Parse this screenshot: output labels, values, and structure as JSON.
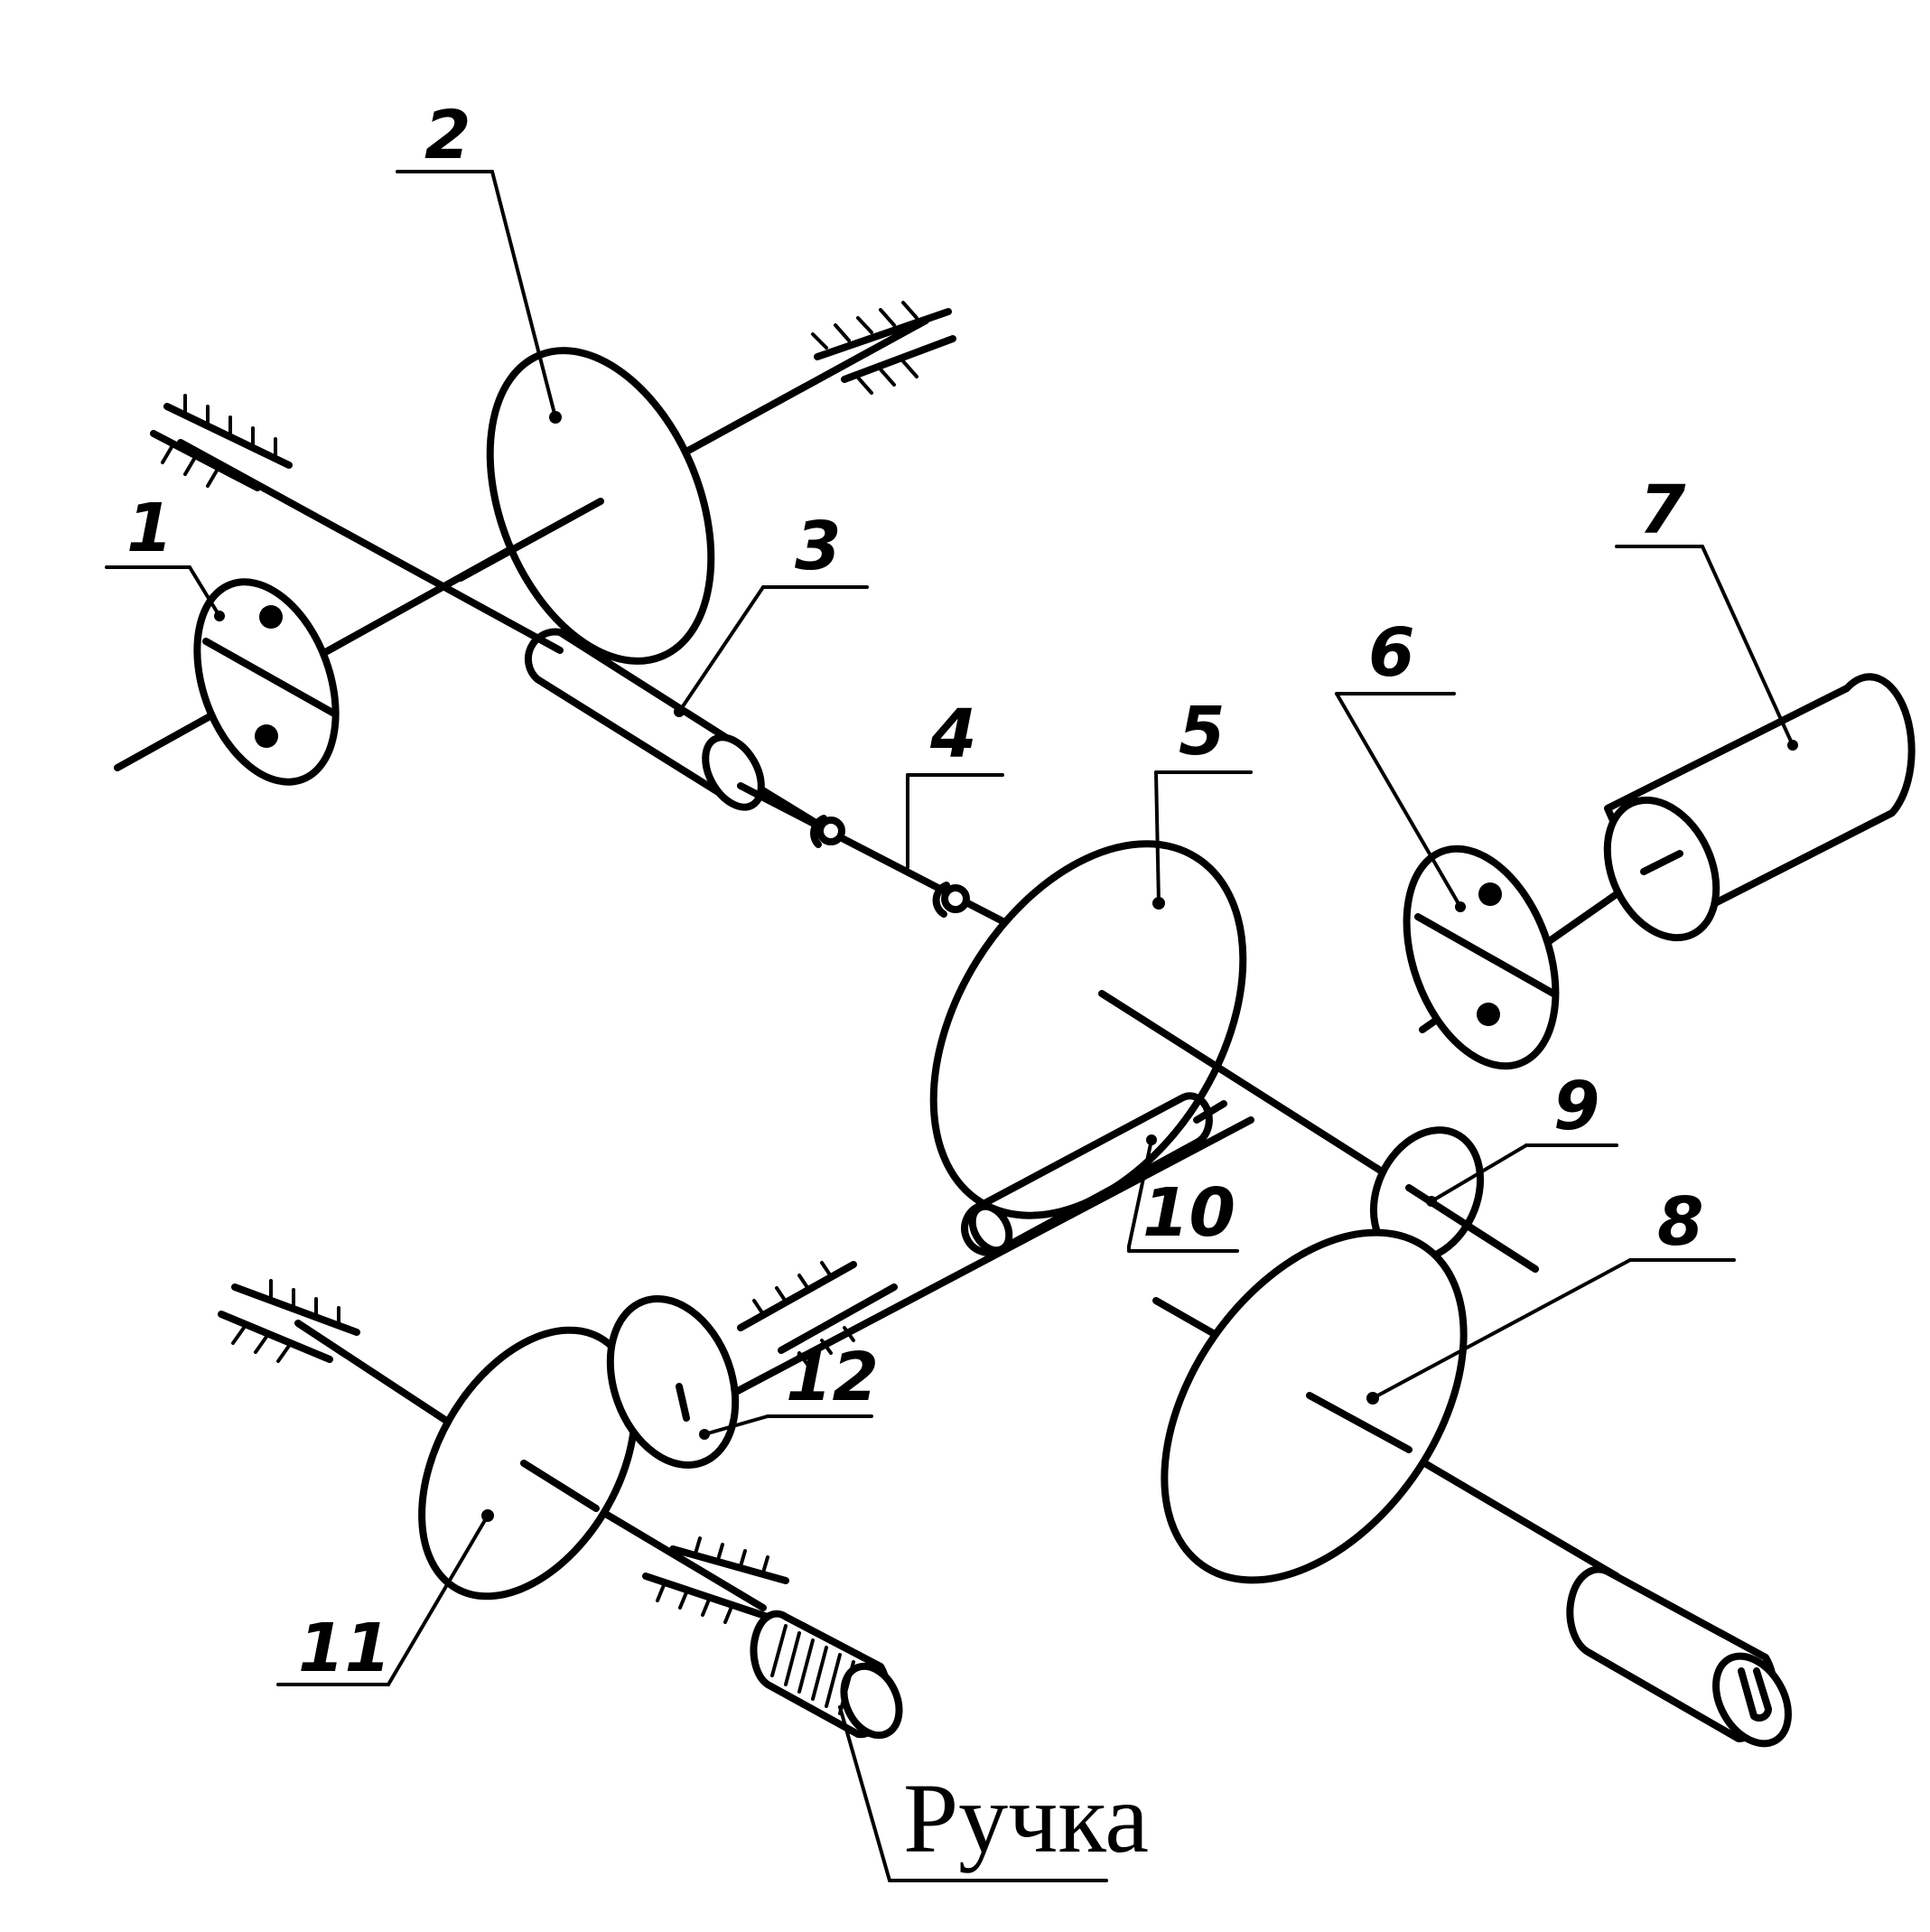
{
  "labels": {
    "n1": "1",
    "n2": "2",
    "n3": "3",
    "n4": "4",
    "n5": "5",
    "n6": "6",
    "n7": "7",
    "n8": "8",
    "n9": "9",
    "n10": "10",
    "n11": "11",
    "n12": "12"
  },
  "handle_label": "Ручка"
}
